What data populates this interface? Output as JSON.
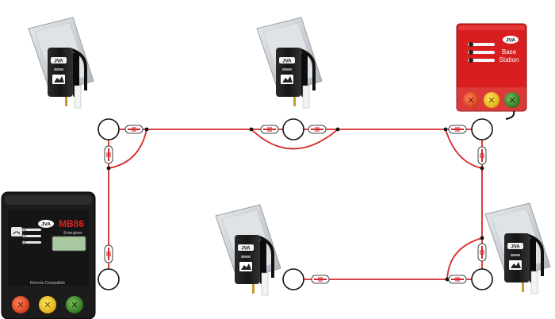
{
  "colors": {
    "wire": "#d42a2a",
    "node_stroke": "#111111",
    "unit_black": "#1b1b1b",
    "solar_panel": "#cfd4d8",
    "base_station_red": "#d81e1e",
    "terminal_red": "#e8452a",
    "terminal_yellow": "#f2c418",
    "terminal_green": "#3f8a2e",
    "screen_green": "#a8c8a0",
    "energiser_accent": "#e22020"
  },
  "devices": {
    "base_station": {
      "brand": "JVA",
      "line1": "Base",
      "line2": "Station"
    },
    "energiser": {
      "brand": "JVA",
      "model": "MB86",
      "subtitle": "Energiser",
      "footer": "Remote Compatible"
    },
    "solar_units": [
      {
        "brand": "JVA"
      },
      {
        "brand": "JVA"
      },
      {
        "brand": "JVA"
      },
      {
        "brand": "JVA"
      }
    ]
  }
}
